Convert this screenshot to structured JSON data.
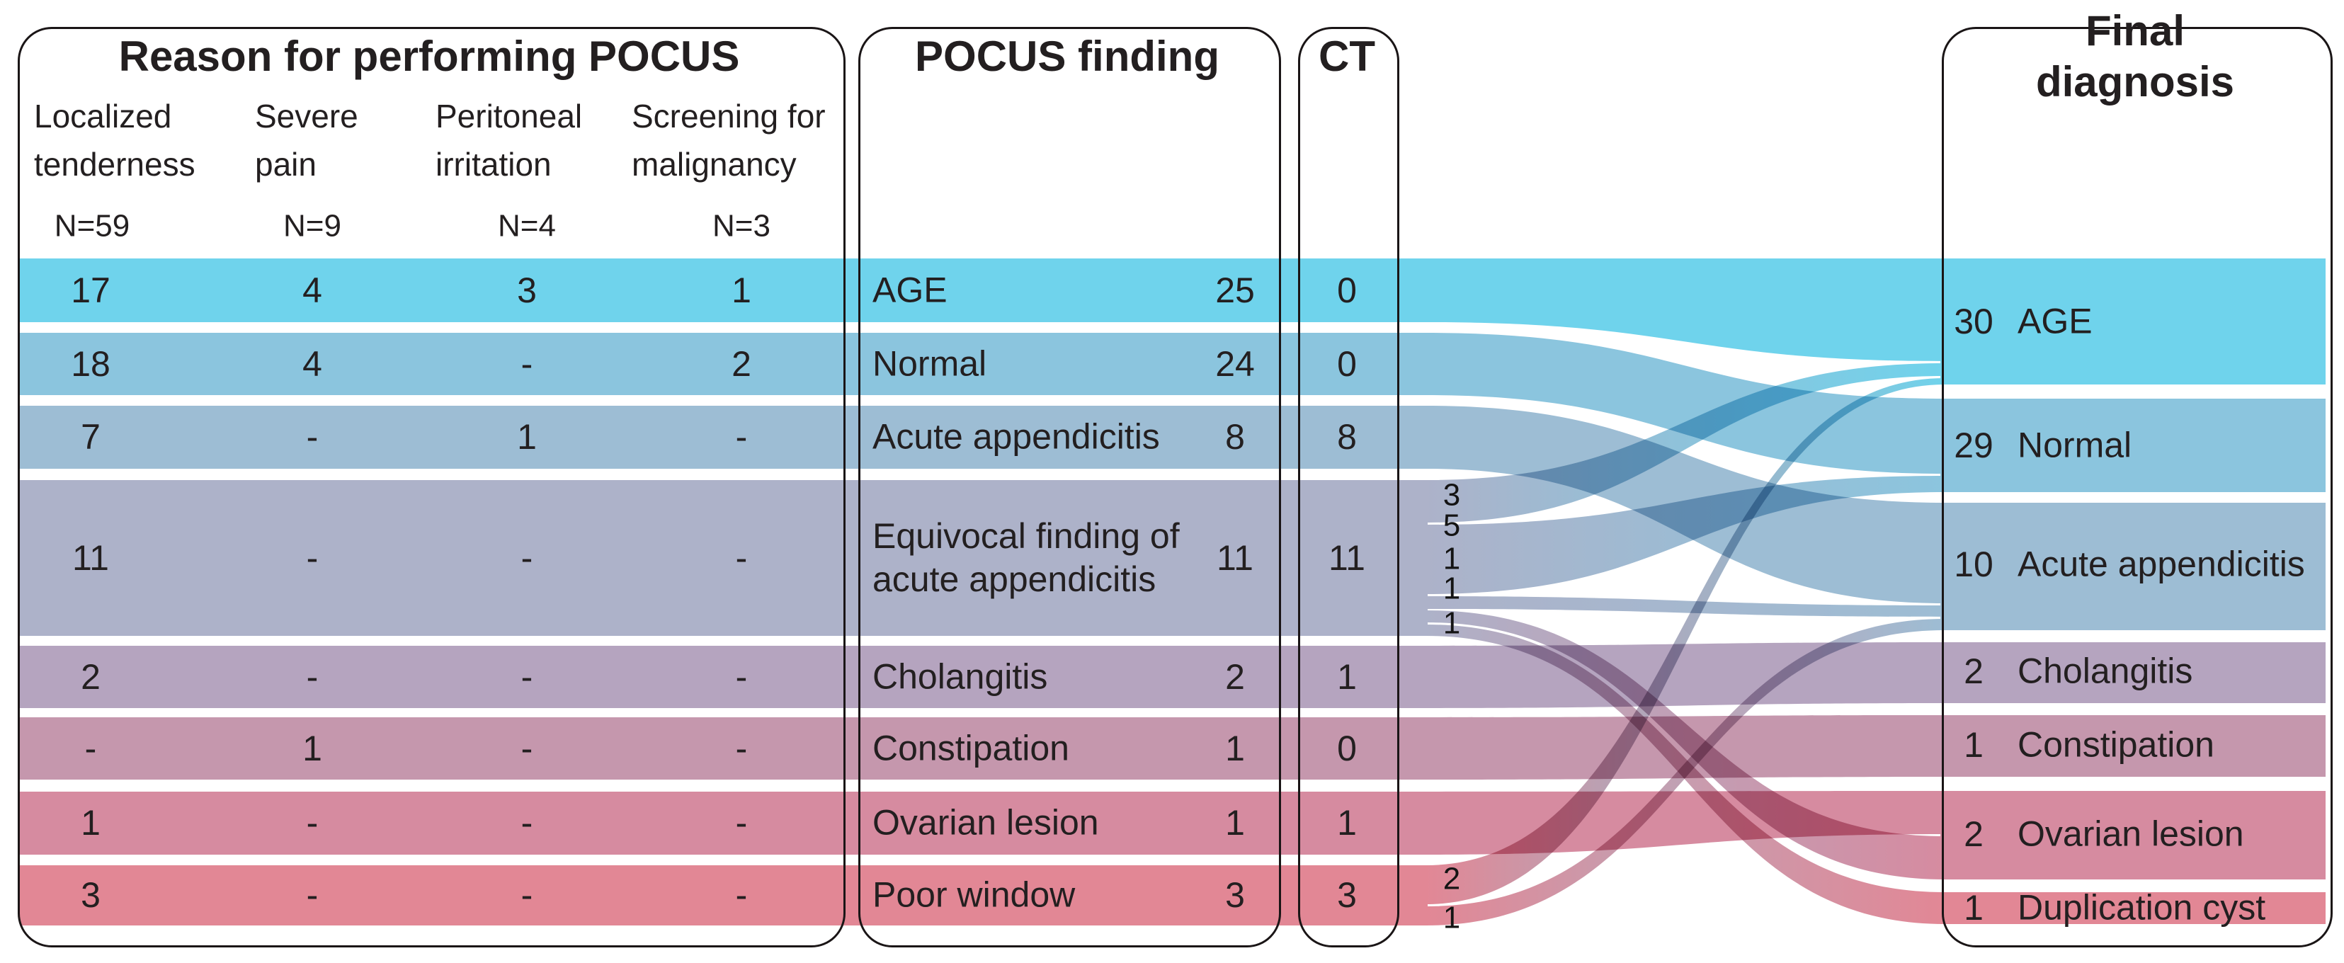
{
  "panels": {
    "reason": {
      "title": "Reason for performing POCUS",
      "columns": [
        {
          "label": "Localized\ntenderness",
          "n": "N=59"
        },
        {
          "label": "Severe\npain",
          "n": "N=9"
        },
        {
          "label": "Peritoneal\nirritation",
          "n": "N=4"
        },
        {
          "label": "Screening for\nmalignancy",
          "n": "N=3"
        }
      ]
    },
    "pocus": {
      "title": "POCUS finding"
    },
    "ct": {
      "title": "CT"
    },
    "final_dx": {
      "title": "Final diagnosis"
    }
  },
  "chart_data": {
    "type": "sankey",
    "title": "POCUS findings and final diagnoses",
    "rows": [
      {
        "finding": "AGE",
        "pocus_n": "25",
        "ct_n": "0",
        "cells": [
          "17",
          "4",
          "3",
          "1"
        ],
        "color": "#6fd3ec"
      },
      {
        "finding": "Normal",
        "pocus_n": "24",
        "ct_n": "0",
        "cells": [
          "18",
          "4",
          "-",
          "2"
        ],
        "color": "#8bc5de"
      },
      {
        "finding": "Acute appendicitis",
        "pocus_n": "8",
        "ct_n": "8",
        "cells": [
          "7",
          "-",
          "1",
          "-"
        ],
        "color": "#9dbdd4"
      },
      {
        "finding": "Equivocal finding of\nacute appendicitis",
        "pocus_n": "11",
        "ct_n": "11",
        "cells": [
          "11",
          "-",
          "-",
          "-"
        ],
        "color": "#adb2c9"
      },
      {
        "finding": "Cholangitis",
        "pocus_n": "2",
        "ct_n": "1",
        "cells": [
          "2",
          "-",
          "-",
          "-"
        ],
        "color": "#b5a4bf"
      },
      {
        "finding": "Constipation",
        "pocus_n": "1",
        "ct_n": "0",
        "cells": [
          "-",
          "1",
          "-",
          "-"
        ],
        "color": "#c597ad"
      },
      {
        "finding": "Ovarian lesion",
        "pocus_n": "1",
        "ct_n": "1",
        "cells": [
          "1",
          "-",
          "-",
          "-"
        ],
        "color": "#d68ba0"
      },
      {
        "finding": "Poor window",
        "pocus_n": "3",
        "ct_n": "3",
        "cells": [
          "3",
          "-",
          "-",
          "-"
        ],
        "color": "#e28795"
      }
    ],
    "final": [
      {
        "value": "30",
        "label": "AGE",
        "color": "#6fd3ec"
      },
      {
        "value": "29",
        "label": "Normal",
        "color": "#8bc5de"
      },
      {
        "value": "10",
        "label": "Acute appendicitis",
        "color": "#9dbdd4"
      },
      {
        "value": "2",
        "label": "Cholangitis",
        "color": "#b5a4bf"
      },
      {
        "value": "1",
        "label": "Constipation",
        "color": "#c597ad"
      },
      {
        "value": "2",
        "label": "Ovarian lesion",
        "color": "#d68ba0"
      },
      {
        "value": "1",
        "label": "Duplication cyst",
        "color": "#e28795"
      }
    ],
    "flows": [
      {
        "from": "AGE",
        "to": "AGE",
        "value": 25
      },
      {
        "from": "Normal",
        "to": "Normal",
        "value": 24
      },
      {
        "from": "Acute appendicitis",
        "to": "Acute appendicitis",
        "value": 8
      },
      {
        "from": "Equivocal finding of acute appendicitis",
        "to": "AGE",
        "value": 3
      },
      {
        "from": "Equivocal finding of acute appendicitis",
        "to": "Normal",
        "value": 5
      },
      {
        "from": "Equivocal finding of acute appendicitis",
        "to": "Acute appendicitis",
        "value": 1
      },
      {
        "from": "Equivocal finding of acute appendicitis",
        "to": "Ovarian lesion",
        "value": 1
      },
      {
        "from": "Equivocal finding of acute appendicitis",
        "to": "Duplication cyst",
        "value": 1
      },
      {
        "from": "Cholangitis",
        "to": "Cholangitis",
        "value": 2
      },
      {
        "from": "Constipation",
        "to": "Constipation",
        "value": 1
      },
      {
        "from": "Ovarian lesion",
        "to": "Ovarian lesion",
        "value": 1
      },
      {
        "from": "Poor window",
        "to": "AGE",
        "value": 2
      },
      {
        "from": "Poor window",
        "to": "Acute appendicitis",
        "value": 1
      }
    ],
    "flow_labels": [
      "3",
      "5",
      "1",
      "1",
      "1",
      "2",
      "1"
    ]
  }
}
